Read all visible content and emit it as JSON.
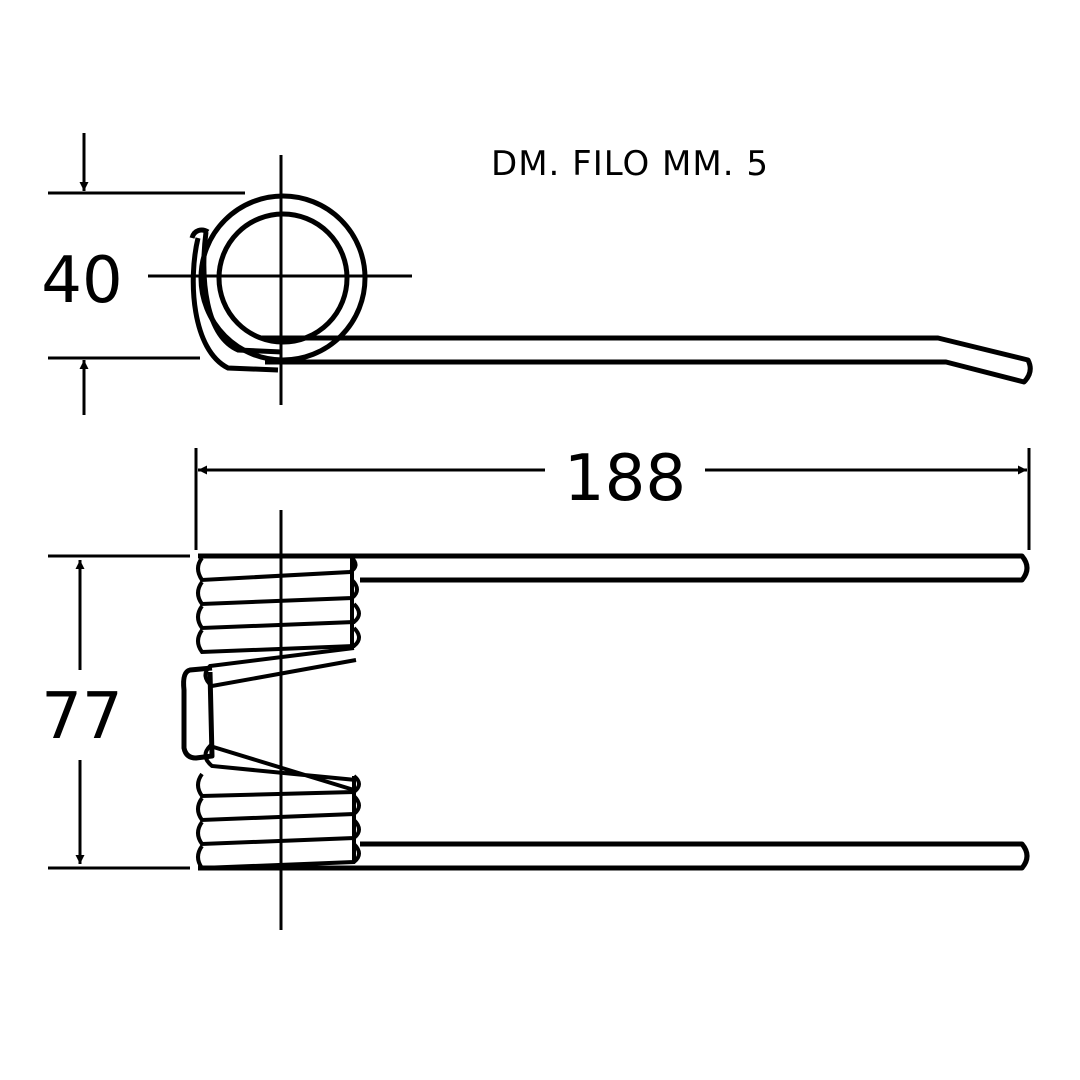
{
  "note": "DM. FILO MM. 5",
  "dimensions": {
    "coil_diameter": "40",
    "overall_length": "188",
    "overall_width": "77"
  },
  "colors": {
    "ink": "#000000",
    "background": "#ffffff"
  }
}
